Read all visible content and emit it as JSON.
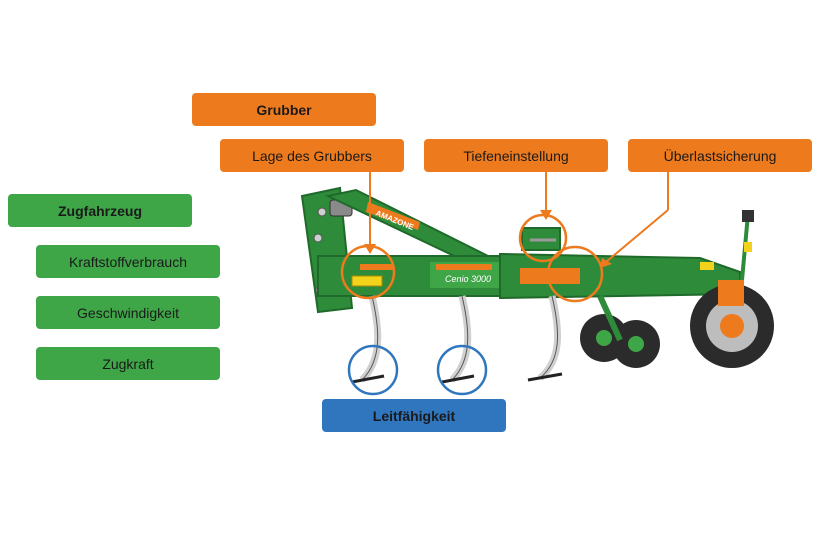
{
  "labels": {
    "grubber": "Grubber",
    "lage": "Lage des Grubbers",
    "tiefe": "Tiefeneinstellung",
    "ueberlast": "Überlastsicherung",
    "zugfahrzeug": "Zugfahrzeug",
    "kraftstoff": "Kraftstoffverbrauch",
    "geschwindigkeit": "Geschwindigkeit",
    "zugkraft": "Zugkraft",
    "leitfaehigkeit": "Leitfähigkeit"
  },
  "machine": {
    "brand": "AMAZONE",
    "model": "Cenio 3000"
  },
  "colors": {
    "orange": "#ee7a1e",
    "green": "#3fa648",
    "blue": "#2f76be",
    "frame_green": "#2e8b3a",
    "dark_green": "#1f6a2a"
  }
}
